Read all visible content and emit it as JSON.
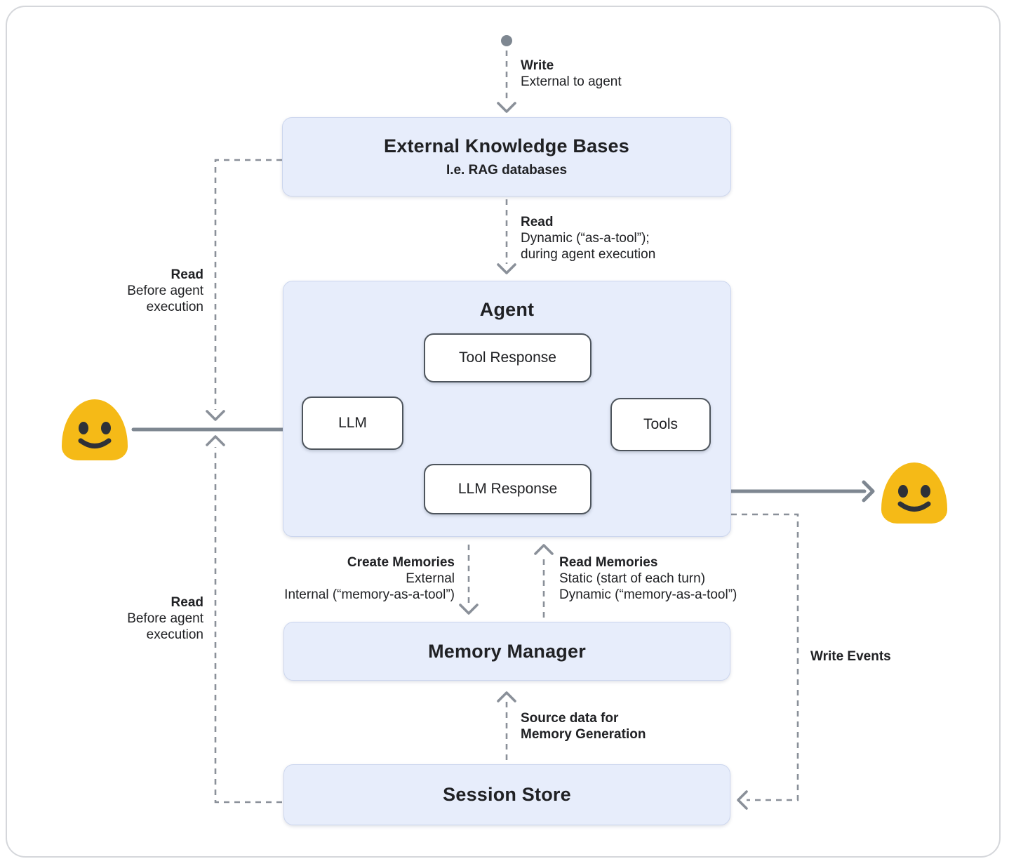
{
  "diagram": {
    "nodes": {
      "external_kb": {
        "title": "External Knowledge Bases",
        "subtitle": "I.e. RAG databases"
      },
      "agent": {
        "title": "Agent"
      },
      "tool_response": {
        "label": "Tool Response"
      },
      "llm": {
        "label": "LLM"
      },
      "tools": {
        "label": "Tools"
      },
      "llm_response": {
        "label": "LLM Response"
      },
      "memory_manager": {
        "title": "Memory Manager"
      },
      "session_store": {
        "title": "Session Store"
      }
    },
    "annotations": {
      "write_external": {
        "title": "Write",
        "line1": "External to agent"
      },
      "read_dynamic": {
        "title": "Read",
        "line1": "Dynamic (“as-a-tool”);",
        "line2": "during agent execution"
      },
      "read_before_top": {
        "title": "Read",
        "line1": "Before agent",
        "line2": "execution"
      },
      "read_before_bottom": {
        "title": "Read",
        "line1": "Before agent",
        "line2": "execution"
      },
      "create_memories": {
        "title": "Create Memories",
        "line1": "External",
        "line2": "Internal (“memory-as-a-tool”)"
      },
      "read_memories": {
        "title": "Read Memories",
        "line1": "Static (start of each turn)",
        "line2": "Dynamic (“memory-as-a-tool”)"
      },
      "source_data": {
        "line1": "Source data for",
        "line2": "Memory Generation"
      },
      "write_events": {
        "title": "Write Events"
      }
    },
    "icons": {
      "user_input": "smiling-face-icon",
      "user_output": "smiling-face-icon",
      "origin_dot": "dot-icon"
    },
    "colors": {
      "node_fill": "#e7edfb",
      "node_border": "#ccd6ee",
      "white_box_border": "#4d545c",
      "solid_arrow": "#7e8791",
      "dashed_arrow": "#8a9099",
      "text": "#202124",
      "face_yellow": "#f5ba17",
      "face_features": "#2e3138"
    }
  }
}
